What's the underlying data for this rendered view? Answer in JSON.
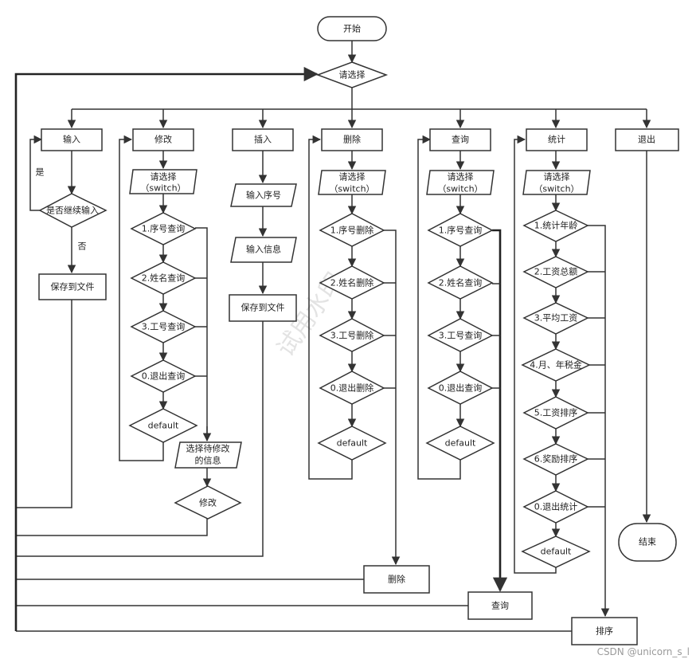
{
  "nodes": {
    "start": "开始",
    "choose": "请选择",
    "input": "输入",
    "modify": "修改",
    "insert": "插入",
    "delete": "删除",
    "query": "查询",
    "stats": "统计",
    "exit": "退出",
    "continue_input": "是否继续输入",
    "save_file_1": "保存到文件",
    "save_file_2": "保存到文件",
    "input_seq": "输入序号",
    "input_info": "输入信息",
    "modify_switch": [
      "请选择",
      "（switch）"
    ],
    "modify_opts": [
      "1.序号查询",
      "2.姓名查询",
      "3.工号查询",
      "0.退出查询",
      "default"
    ],
    "select_modify": [
      "选择待修改",
      "的信息"
    ],
    "modify_action": "修改",
    "delete_switch": [
      "请选择",
      "（switch）"
    ],
    "delete_opts": [
      "1.序号删除",
      "2.姓名删除",
      "3.工号删除",
      "0.退出删除",
      "default"
    ],
    "delete_action": "删除",
    "query_switch": [
      "请选择",
      "（switch）"
    ],
    "query_opts": [
      "1.序号查询",
      "2.姓名查询",
      "3.工号查询",
      "0.退出查询",
      "default"
    ],
    "query_action": "查询",
    "stats_switch": [
      "请选择",
      "（switch）"
    ],
    "stats_opts": [
      "1.统计年龄",
      "2.工资总额",
      "3.平均工资",
      "4.月、年税金",
      "5.工资排序",
      "6.奖励排序",
      "0.退出统计",
      "default"
    ],
    "sort_action": "排序",
    "end": "结束"
  },
  "edge_labels": {
    "yes": "是",
    "no": "否"
  },
  "watermark": "试用水印",
  "credit": "CSDN @unicorn_s_l"
}
